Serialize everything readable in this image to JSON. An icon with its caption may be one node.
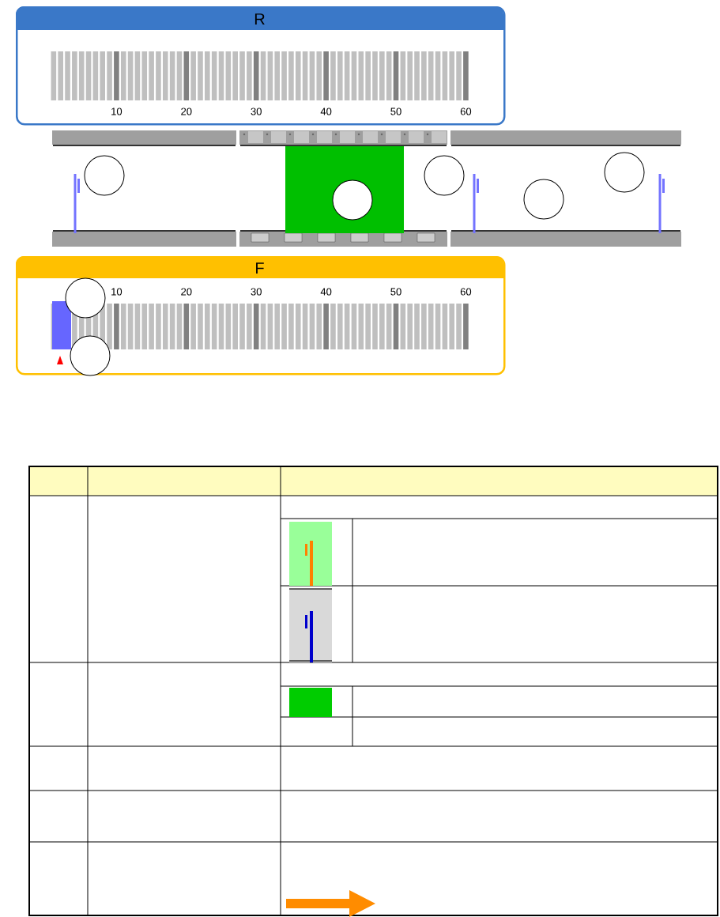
{
  "diagram": {
    "nodes": [
      {
        "text": [
          "R"
        ]
      },
      {
        "text": [],
        "shape": "circle"
      },
      {
        "text": [],
        "shape": "circle"
      },
      {
        "text": [],
        "shape": "circle"
      },
      {
        "text": [],
        "shape": "circle"
      },
      {
        "text": [],
        "shape": "circle"
      },
      {
        "text": [
          "F"
        ]
      },
      {
        "text": [],
        "shape": "circle",
        "in": 6
      },
      {
        "text": [],
        "shape": "circle",
        "in": 6
      }
    ],
    "labels": [
      "10",
      "20",
      "30",
      "40",
      "50",
      "60",
      "10",
      "20",
      "30",
      "40",
      "50",
      "60"
    ]
  }
}
